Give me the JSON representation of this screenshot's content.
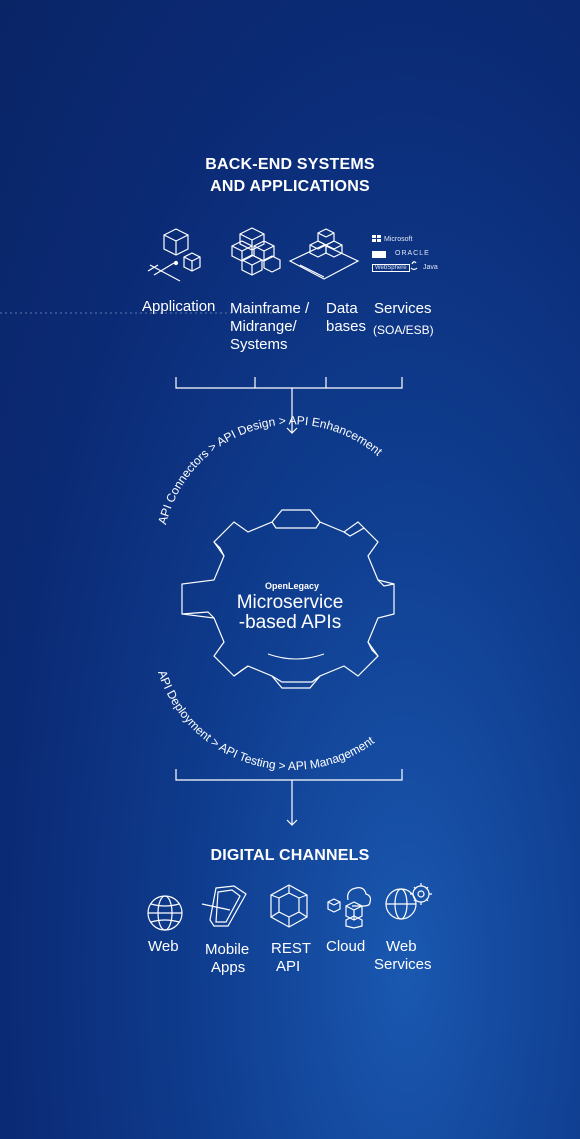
{
  "top": {
    "heading_line1": "BACK-END SYSTEMS",
    "heading_line2": "AND APPLICATIONS",
    "items": [
      {
        "label": "Application"
      },
      {
        "label_lines": [
          "Mainframe /",
          "Midrange/",
          "Systems"
        ]
      },
      {
        "label_lines": [
          "Data",
          "bases"
        ]
      },
      {
        "label_lines": [
          "Services",
          "(SOA/ESB)"
        ]
      }
    ],
    "brands": [
      "Microsoft",
      "ORACLE",
      "WebSphere",
      "Java"
    ]
  },
  "gear": {
    "brand": "OpenLegacy",
    "title_line1": "Microservice",
    "title_line2": "-based APIs",
    "top_arc": "API Connectors > API Design > API Enhancement",
    "bottom_arc": "API Deployment > API Testing > API Management"
  },
  "bottom": {
    "heading": "DIGITAL CHANNELS",
    "items": [
      {
        "label_lines": [
          "Web"
        ]
      },
      {
        "label_lines": [
          "Mobile",
          "Apps"
        ]
      },
      {
        "label_lines": [
          "REST",
          "API"
        ]
      },
      {
        "label_lines": [
          "Cloud"
        ]
      },
      {
        "label_lines": [
          "Web",
          "Services"
        ]
      }
    ]
  }
}
